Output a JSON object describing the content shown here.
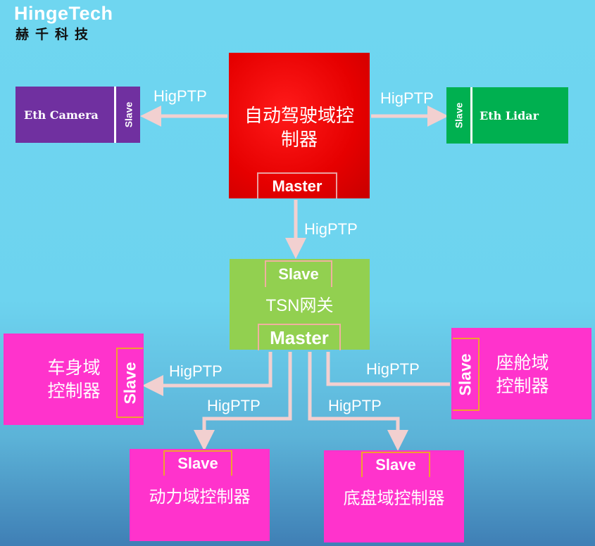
{
  "logo": {
    "name_en": "HingeTech",
    "name_cn": "赫千科技"
  },
  "colors": {
    "master_box": "#e60000",
    "camera_box": "#7030a0",
    "lidar_box": "#00b050",
    "tsn_box": "#92d050",
    "slave_boxes": "#ff33cc",
    "connector": "#f2d0d0"
  },
  "nodes": {
    "adas": {
      "title": "自动驾驶域控制器",
      "tag": "Master"
    },
    "camera": {
      "title": "Eth Camera",
      "tag": "Slave"
    },
    "lidar": {
      "title": "Eth Lidar",
      "tag": "Slave"
    },
    "tsn": {
      "title": "TSN网关",
      "tag_top": "Slave",
      "tag_bottom": "Master"
    },
    "body": {
      "title_line1": "车身域",
      "title_line2": "控制器",
      "tag": "Slave"
    },
    "cockpit": {
      "title_line1": "座舱域",
      "title_line2": "控制器",
      "tag": "Slave"
    },
    "power": {
      "title": "动力域控制器",
      "tag": "Slave"
    },
    "chassis": {
      "title": "底盘域控制器",
      "tag": "Slave"
    }
  },
  "links": {
    "to_camera": "HigPTP",
    "to_lidar": "HigPTP",
    "to_tsn": "HigPTP",
    "to_body": "HigPTP",
    "to_cockpit": "HigPTP",
    "to_power": "HigPTP",
    "to_chassis": "HigPTP"
  }
}
